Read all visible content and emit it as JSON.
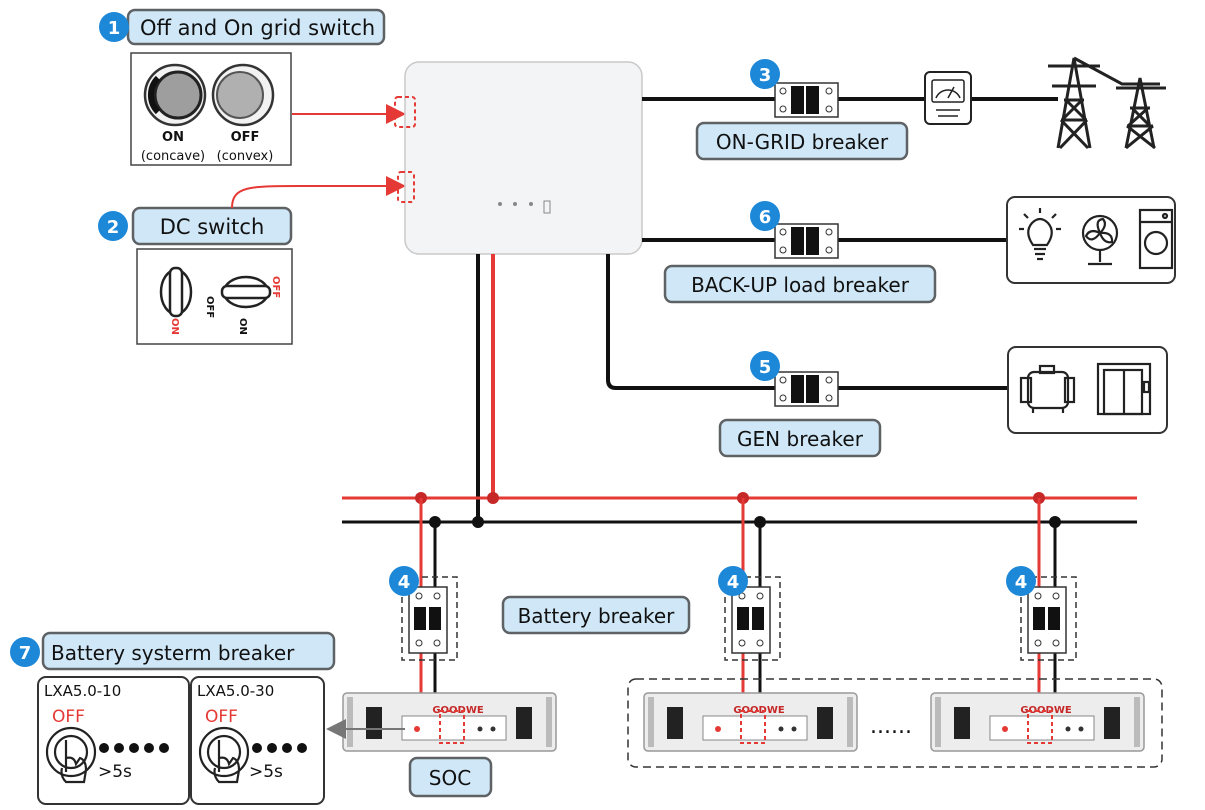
{
  "callouts": {
    "c1": {
      "num": "1",
      "text": "Off and On grid switch"
    },
    "c2": {
      "num": "2",
      "text": "DC switch"
    },
    "c3": {
      "num": "3",
      "text": "ON-GRID breaker"
    },
    "c4": {
      "num": "4"
    },
    "c5": {
      "num": "5",
      "text": "GEN breaker"
    },
    "c6": {
      "num": "6",
      "text": "BACK-UP load breaker"
    },
    "c7": {
      "num": "7",
      "text": "Battery systerm breaker"
    }
  },
  "grid_switch": {
    "on_label": "ON",
    "on_sub": "(concave)",
    "off_label": "OFF",
    "off_sub": "(convex)"
  },
  "dc_switch": {
    "off_label": "OFF",
    "on_label": "ON"
  },
  "battery_breaker_label": "Battery breaker",
  "soc_label": "SOC",
  "battery_brand": "GOODWE",
  "ellipsis": "......",
  "models": [
    {
      "name": "LXA5.0-10",
      "state": "OFF",
      "hold": ">5s",
      "dots": 5
    },
    {
      "name": "LXA5.0-30",
      "state": "OFF",
      "hold": ">5s",
      "dots": 4
    }
  ],
  "colors": {
    "accent_blue": "#1e88d8",
    "label_fill": "#cfe7f7",
    "label_border": "#5f6265",
    "dc_red": "#e53935",
    "wire_black": "#111111"
  },
  "icons": [
    "meter-icon",
    "pylon-icon",
    "bulb-icon",
    "fan-icon",
    "washer-icon",
    "generator-icon",
    "elevator-icon",
    "hand-press-icon"
  ]
}
